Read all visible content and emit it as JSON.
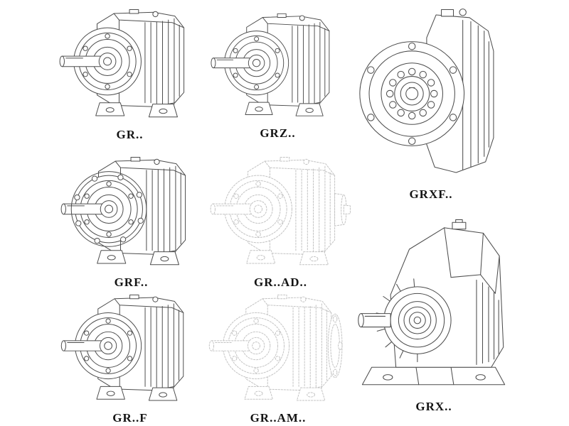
{
  "diagram": {
    "description": "Line-art overview of GR series helical gear reducer mounting variants",
    "line_colors": {
      "solid": "#4d4d4d",
      "faint": "#c3c3c3",
      "background": "#ffffff"
    },
    "items": [
      {
        "id": "gr",
        "label": "GR.."
      },
      {
        "id": "grz",
        "label": "GRZ.."
      },
      {
        "id": "grxf",
        "label": "GRXF.."
      },
      {
        "id": "grf",
        "label": "GRF.."
      },
      {
        "id": "gr-ad",
        "label": "GR..AD.."
      },
      {
        "id": "gr-f",
        "label": "GR..F"
      },
      {
        "id": "gr-am",
        "label": "GR..AM.."
      },
      {
        "id": "grx",
        "label": "GRX.."
      }
    ]
  }
}
